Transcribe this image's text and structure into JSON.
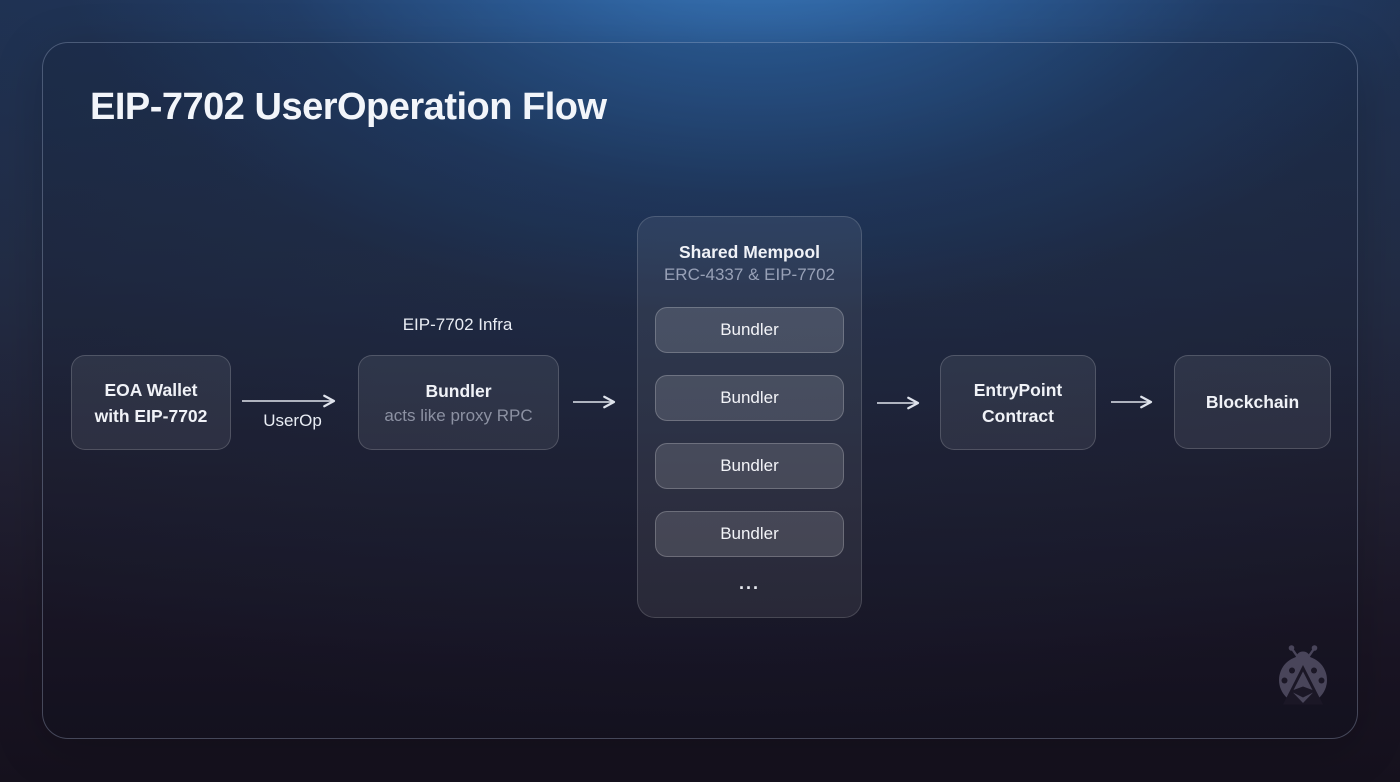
{
  "page": {
    "title": "EIP-7702 UserOperation Flow"
  },
  "flow": {
    "eoa_wallet": {
      "line1": "EOA Wallet",
      "line2": "with EIP-7702"
    },
    "userop_arrow_label": "UserOp",
    "infra_label": "EIP-7702 Infra",
    "bundler": {
      "title": "Bundler",
      "subtitle": "acts like proxy RPC"
    },
    "mempool": {
      "title": "Shared Mempool",
      "subtitle": "ERC-4337 & EIP-7702",
      "bundlers": [
        "Bundler",
        "Bundler",
        "Bundler",
        "Bundler"
      ],
      "ellipsis": "..."
    },
    "entrypoint": {
      "line1": "EntryPoint",
      "line2": "Contract"
    },
    "blockchain": {
      "label": "Blockchain"
    }
  },
  "branding": {
    "logo": "ladybug-ethereum-logo"
  },
  "colors": {
    "glow_blue": "#2f6cb2",
    "background_bottom": "#15111d",
    "panel_border": "rgba(185,200,228,0.30)",
    "node_fill": "rgba(250,250,255,0.075)",
    "arrow": "#dfe3ec",
    "text_primary": "#f2f5fa",
    "text_muted": "#8c91a2",
    "logo_body": "#49455a"
  }
}
